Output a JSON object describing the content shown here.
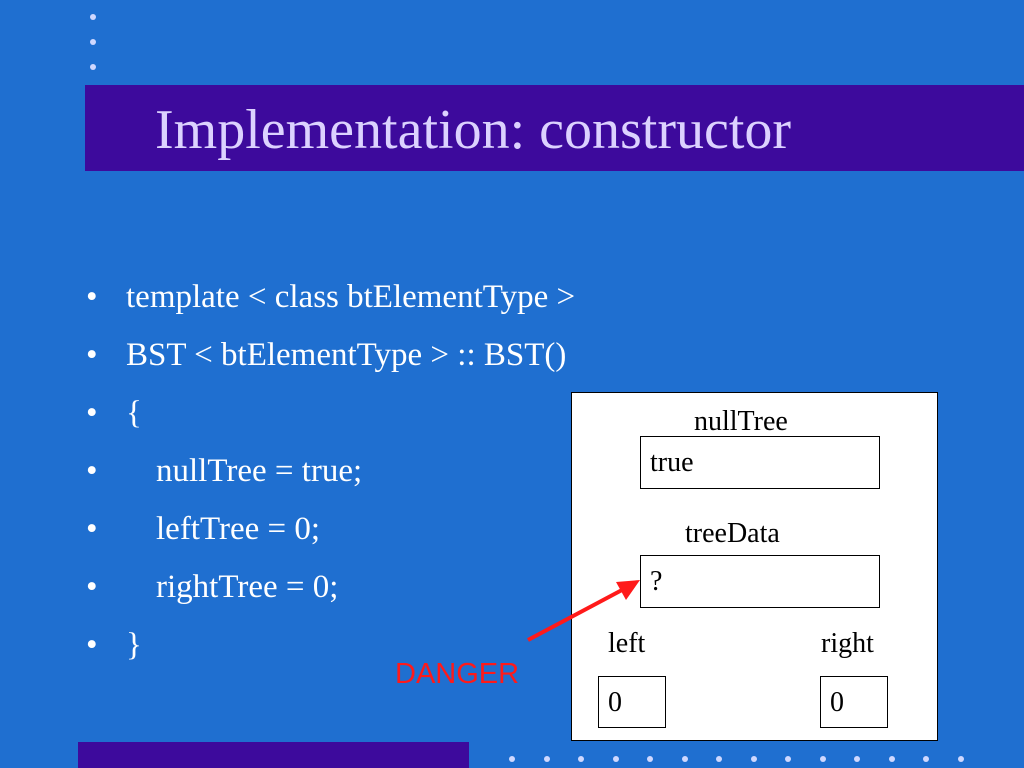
{
  "slide": {
    "title": "Implementation: constructor"
  },
  "bullets": [
    {
      "mark": "•",
      "text": "template < class btElementType >"
    },
    {
      "mark": "•",
      "text": "BST < btElementType > :: BST()"
    },
    {
      "mark": "•",
      "text": "{"
    },
    {
      "mark": "•",
      "text": "nullTree = true;"
    },
    {
      "mark": "•",
      "text": "leftTree = 0;"
    },
    {
      "mark": "•",
      "text": "rightTree = 0;"
    },
    {
      "mark": "•",
      "text": "}"
    }
  ],
  "diagram": {
    "null_tree_label": "nullTree",
    "null_tree_value": "true",
    "tree_data_label": "treeData",
    "tree_data_value": "?",
    "left_label": "left",
    "left_value": "0",
    "right_label": "right",
    "right_value": "0"
  },
  "annotation": {
    "text": "DANGER",
    "color": "#ff1a1a"
  },
  "colors": {
    "background": "#1f6fd0",
    "title_bar": "#3d0a9c",
    "title_text": "#dcd2ff"
  }
}
